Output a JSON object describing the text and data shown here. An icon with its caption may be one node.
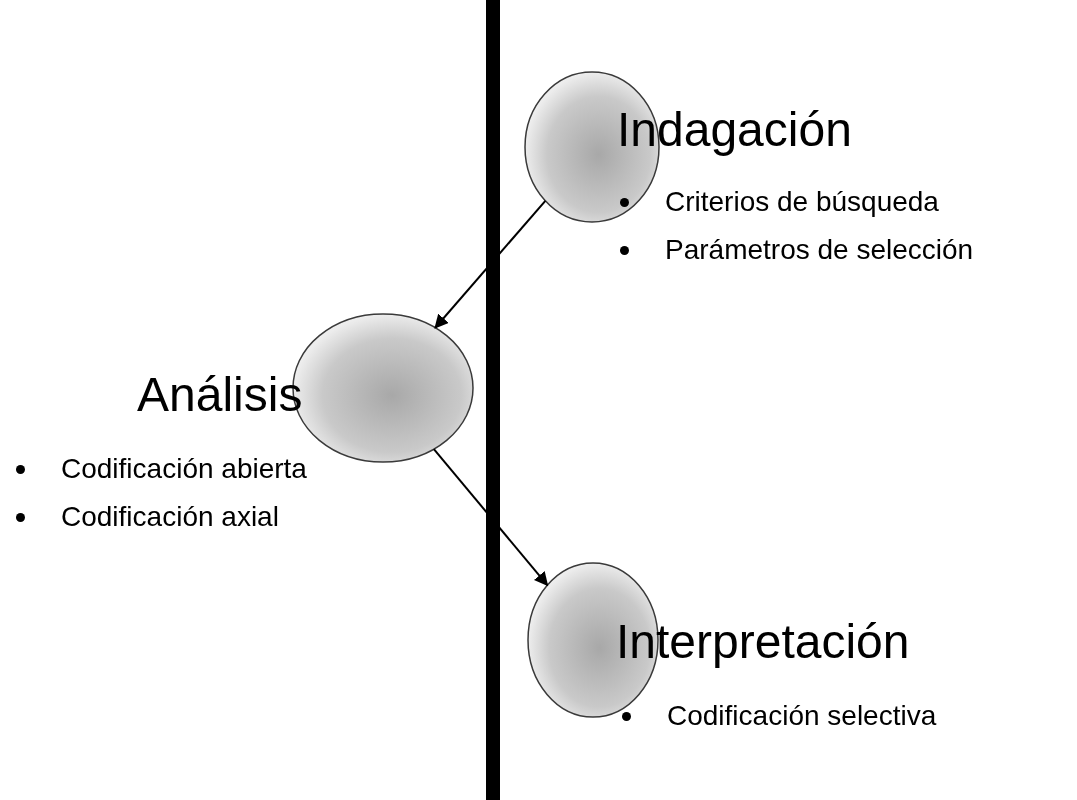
{
  "diagram": {
    "nodes": [
      {
        "text": [
          "Indagación",
          "Criterios de búsqueda",
          "Parámetros de selección"
        ]
      },
      {
        "text": [
          "Análisis",
          "Codificación abierta",
          "Codificación axial"
        ]
      },
      {
        "text": [
          "Interpretación",
          "Codificación selectiva"
        ]
      }
    ],
    "edges": [
      {
        "from": 0,
        "to": 1,
        "arrow": "to"
      },
      {
        "from": 1,
        "to": 2,
        "arrow": "to"
      }
    ]
  }
}
